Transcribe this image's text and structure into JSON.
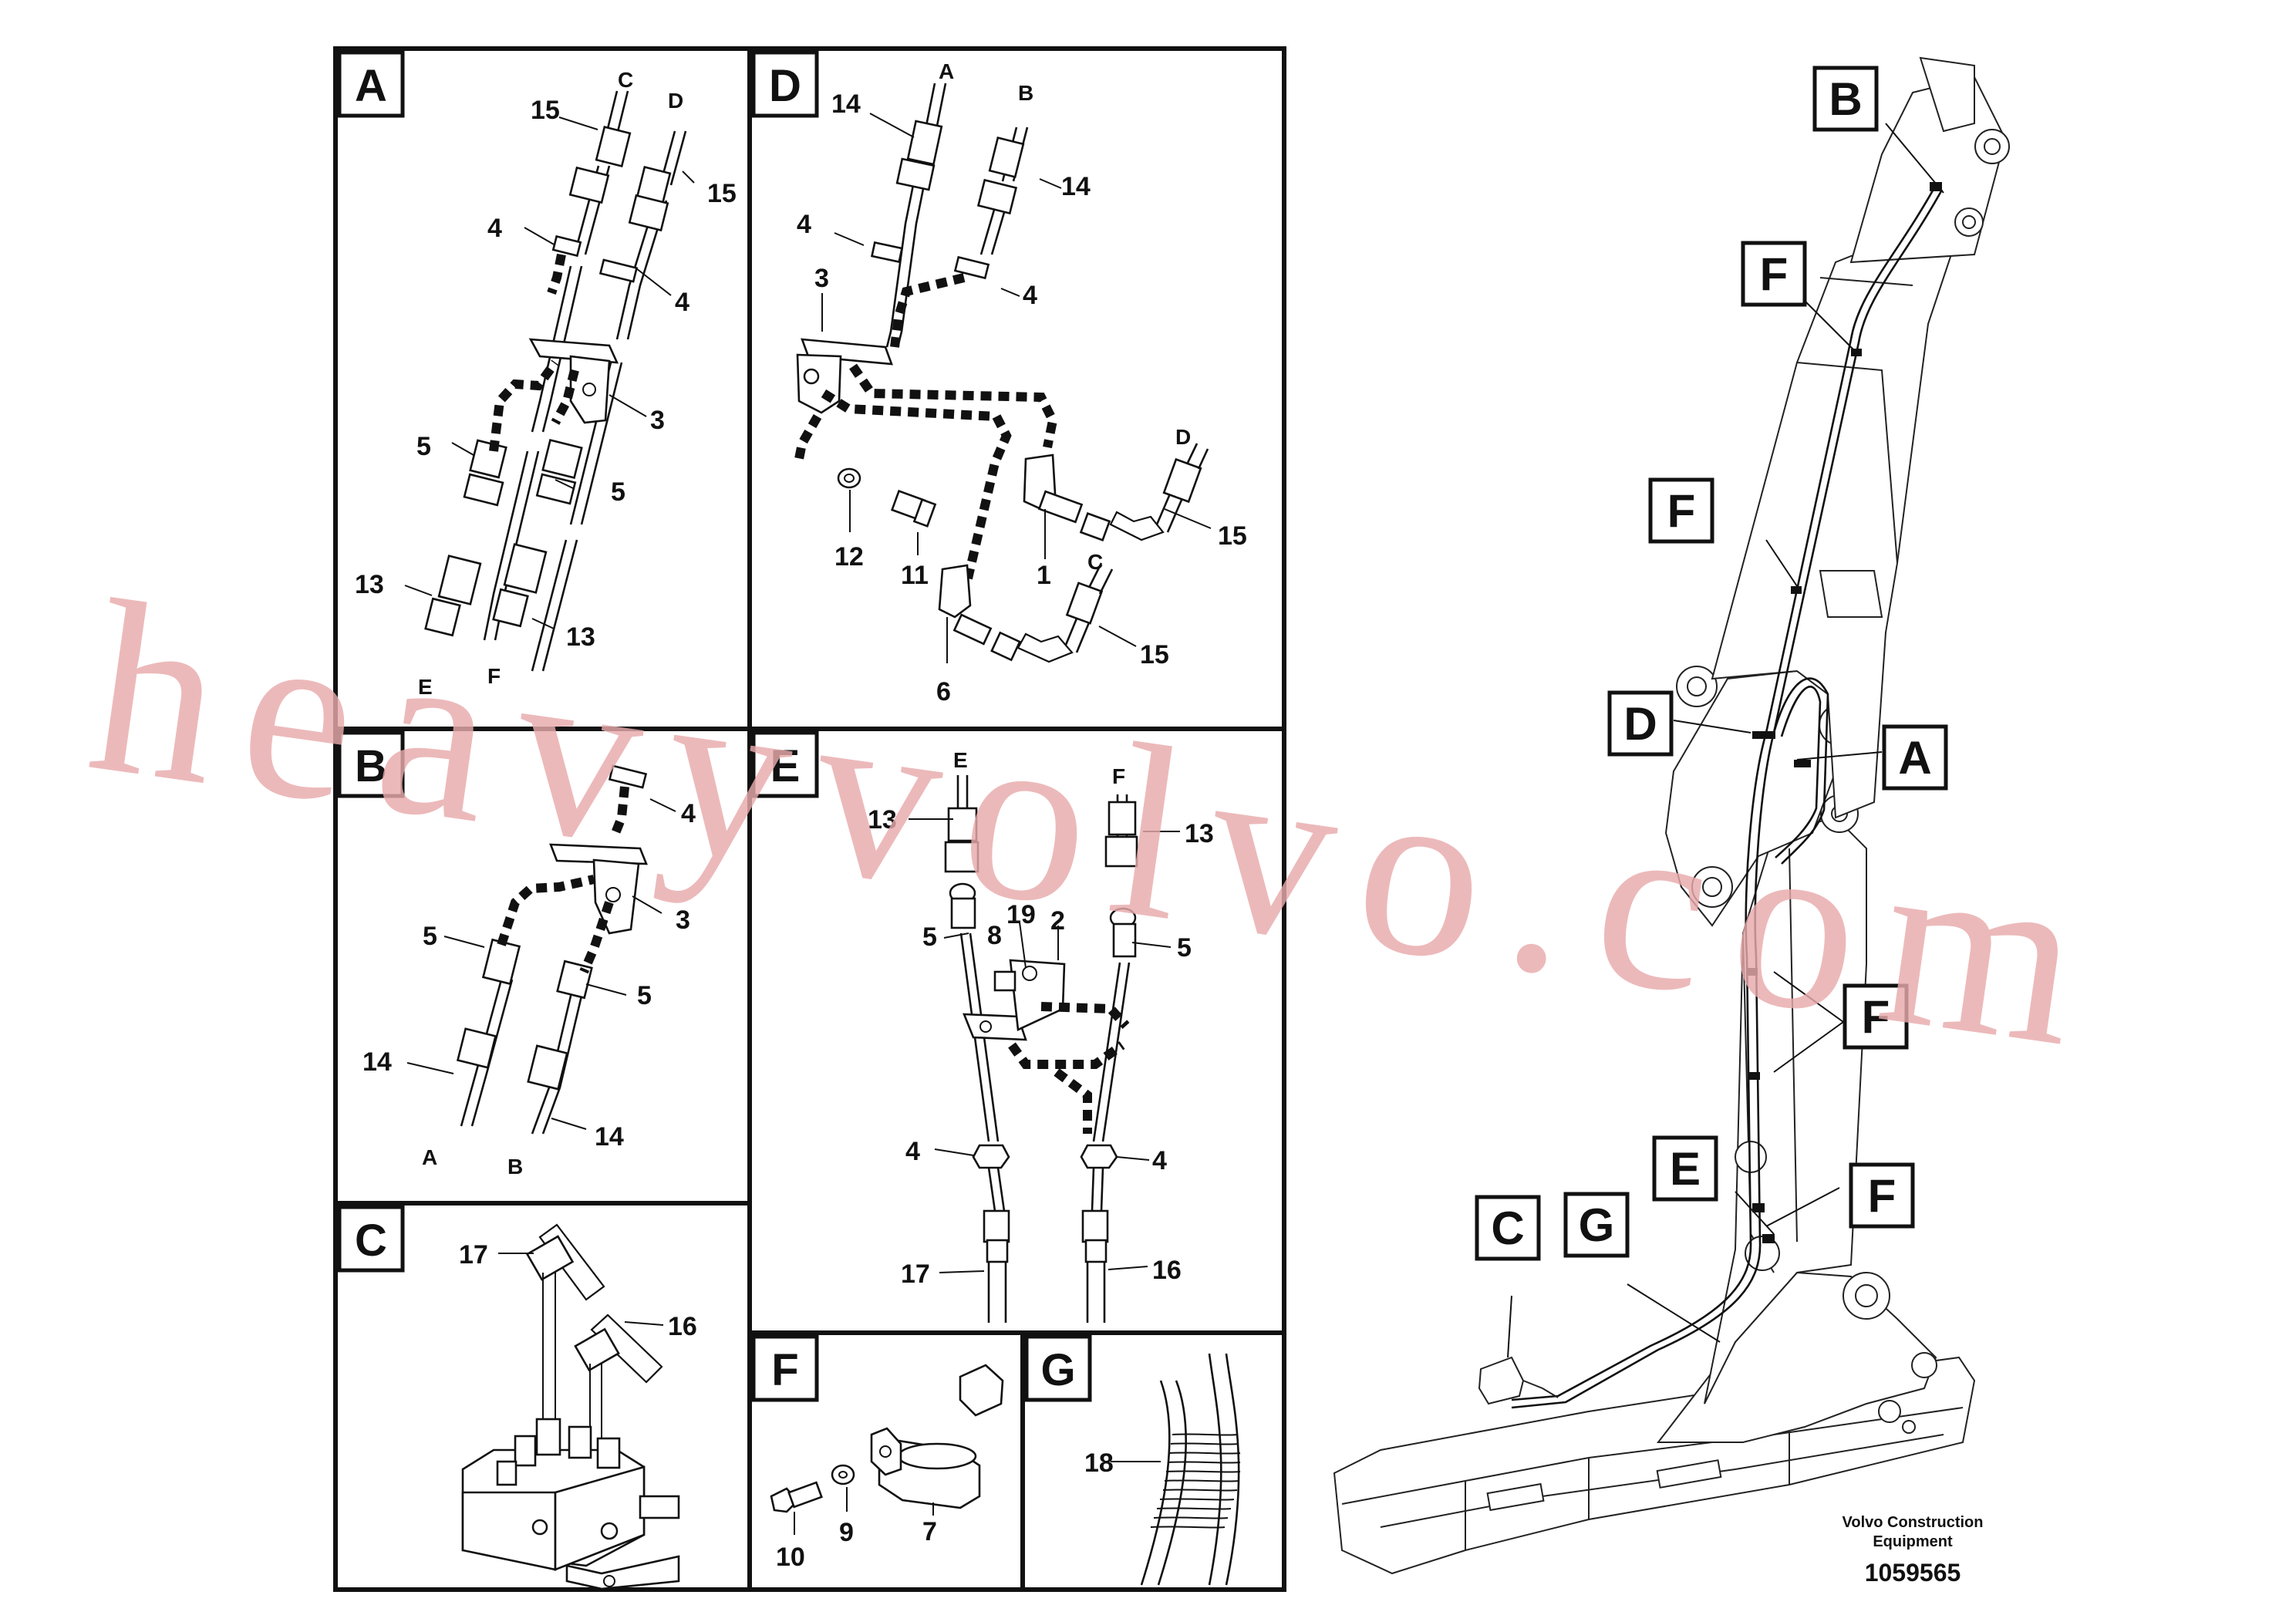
{
  "panels": [
    {
      "id": "A",
      "label": "A"
    },
    {
      "id": "B",
      "label": "B"
    },
    {
      "id": "C",
      "label": "C"
    },
    {
      "id": "D",
      "label": "D"
    },
    {
      "id": "E",
      "label": "E"
    },
    {
      "id": "F",
      "label": "F"
    },
    {
      "id": "G",
      "label": "G"
    }
  ],
  "panel_a": {
    "callouts": [
      "15",
      "15",
      "4",
      "4",
      "3",
      "5",
      "5",
      "13",
      "13"
    ],
    "ends": [
      "C",
      "D",
      "E",
      "F"
    ]
  },
  "panel_b": {
    "callouts": [
      "4",
      "3",
      "5",
      "5",
      "14",
      "14"
    ],
    "ends": [
      "A",
      "B"
    ]
  },
  "panel_c": {
    "callouts": [
      "17",
      "16"
    ]
  },
  "panel_d": {
    "callouts": [
      "14",
      "14",
      "4",
      "4",
      "3",
      "12",
      "11",
      "1",
      "15",
      "6",
      "15"
    ],
    "ends": [
      "A",
      "B",
      "D",
      "C"
    ]
  },
  "panel_e": {
    "callouts": [
      "13",
      "13",
      "19",
      "2",
      "8",
      "5",
      "5",
      "4",
      "4",
      "17",
      "16"
    ],
    "ends": [
      "E",
      "F"
    ]
  },
  "panel_f": {
    "callouts": [
      "10",
      "9",
      "7"
    ]
  },
  "panel_g": {
    "callouts": [
      "18"
    ]
  },
  "machine_callouts": [
    "B",
    "F",
    "F",
    "D",
    "A",
    "F",
    "E",
    "F",
    "C",
    "G"
  ],
  "footer": {
    "line1": "Volvo Construction",
    "line2": "Equipment",
    "drawing_number": "1059565"
  },
  "watermark": "heavyvolvo.com"
}
